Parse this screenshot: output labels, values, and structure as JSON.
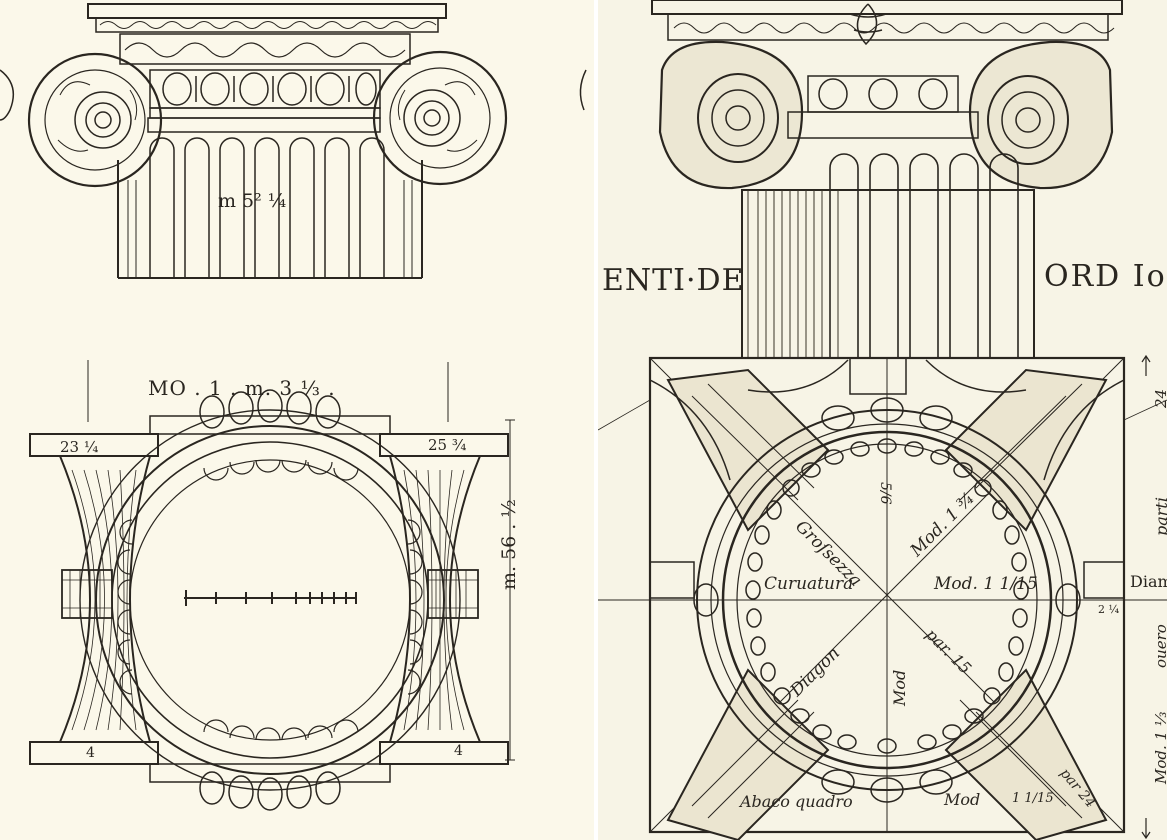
{
  "figures": {
    "left": {
      "top_capital": {
        "measure": "m 5² ¼"
      },
      "plan": {
        "top_dimension": "MO . 1 . m. 3 ⅓ .",
        "left_corner": "23 ¼",
        "right_corner": "25 ¾",
        "side_dimension": "m. 56 . ½",
        "bottom_left": "4",
        "bottom_right": "4"
      }
    },
    "right": {
      "title_left": "ENTI·DE",
      "title_right": "ORD Io",
      "plan": {
        "grossezza": "Groſsezza",
        "mod_top": "Mod. 1 ¾",
        "fraction_top": "5/6",
        "curuatura": "Curuatura",
        "mod_right": "Mod. 1 1/15",
        "diagon": "Diagon",
        "par_15": "par. 15",
        "mod_lower": "Mod",
        "abaco": "Abaco quadro",
        "abaco_mod": "Mod",
        "abaco_frac": "1 1/15",
        "par_24": "par 24",
        "side_top": "24",
        "side_parti": "parti",
        "side_diam": "Diam",
        "side_frac": "2 ¼",
        "side_ouero": "ouero",
        "side_mod": "Mod. 1 ⅓"
      }
    }
  }
}
